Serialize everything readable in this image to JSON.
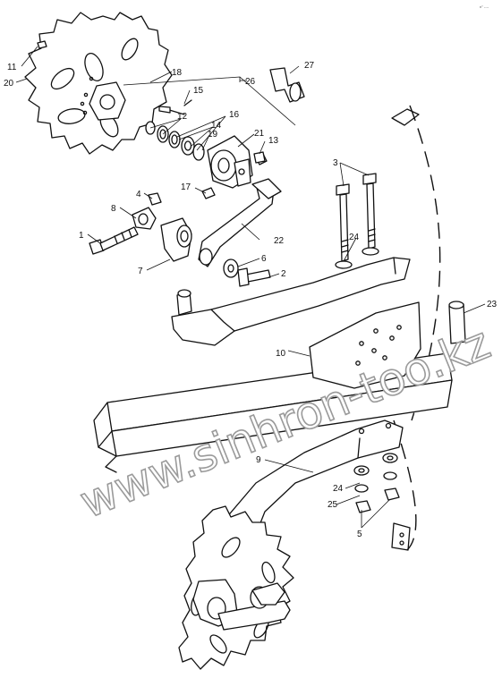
{
  "drawing_code": "n° ----",
  "watermark": "www.sinhron-too.kz",
  "callouts": [
    {
      "id": "c1",
      "text": "1"
    },
    {
      "id": "c2",
      "text": "2"
    },
    {
      "id": "c3",
      "text": "3"
    },
    {
      "id": "c4",
      "text": "4"
    },
    {
      "id": "c5",
      "text": "5"
    },
    {
      "id": "c6",
      "text": "6"
    },
    {
      "id": "c7",
      "text": "7"
    },
    {
      "id": "c8",
      "text": "8"
    },
    {
      "id": "c9",
      "text": "9"
    },
    {
      "id": "c10",
      "text": "10"
    },
    {
      "id": "c11",
      "text": "11"
    },
    {
      "id": "c12",
      "text": "12"
    },
    {
      "id": "c13",
      "text": "13"
    },
    {
      "id": "c14",
      "text": "14"
    },
    {
      "id": "c15",
      "text": "15"
    },
    {
      "id": "c16",
      "text": "16"
    },
    {
      "id": "c17",
      "text": "17"
    },
    {
      "id": "c18",
      "text": "18"
    },
    {
      "id": "c19",
      "text": "19"
    },
    {
      "id": "c20",
      "text": "20"
    },
    {
      "id": "c21",
      "text": "21"
    },
    {
      "id": "c22",
      "text": "22"
    },
    {
      "id": "c23",
      "text": "23"
    },
    {
      "id": "c24a",
      "text": "24"
    },
    {
      "id": "c24b",
      "text": "24"
    },
    {
      "id": "c25",
      "text": "25"
    },
    {
      "id": "c26",
      "text": "26"
    },
    {
      "id": "c27",
      "text": "27"
    }
  ]
}
